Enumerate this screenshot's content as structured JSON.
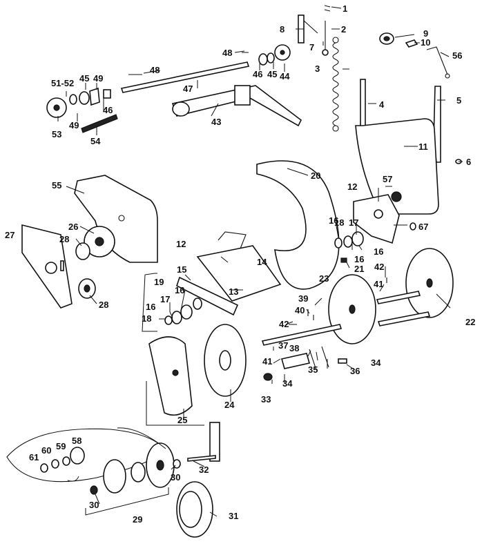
{
  "labels": {
    "p1": "1",
    "p2": "2",
    "p3": "3",
    "p4": "4",
    "p5": "5",
    "p6": "6",
    "p7": "7",
    "p8": "8",
    "p9": "9",
    "p10": "10",
    "p11": "11",
    "p12a": "12",
    "p12b": "12",
    "p13": "13",
    "p14": "14",
    "p15": "15",
    "p16a": "16",
    "p16b": "16",
    "p16c": "16",
    "p16d": "16",
    "p17a": "17",
    "p17b": "17",
    "p18a": "18",
    "p18b": "18",
    "p19": "19",
    "p20": "20",
    "p21": "21",
    "p22": "22",
    "p23": "23",
    "p24": "24",
    "p25": "25",
    "p26": "26",
    "p27": "27",
    "p28a": "28",
    "p28b": "28",
    "p29": "29",
    "p30a": "30",
    "p30b": "30",
    "p31": "31",
    "p32": "32",
    "p33": "33",
    "p34a": "34",
    "p34b": "34",
    "p35": "35",
    "p36": "36",
    "p37": "37",
    "p38": "38",
    "p39": "39",
    "p40": "40",
    "p41a": "41",
    "p41b": "41",
    "p42a": "42",
    "p42b": "42",
    "p43": "43",
    "p44": "44",
    "p45a": "45",
    "p45b": "45",
    "p46a": "46",
    "p46b": "46",
    "p47": "47",
    "p48a": "48",
    "p48b": "48",
    "p49a": "49",
    "p49b": "49",
    "p5152": "51-52",
    "p53": "53",
    "p54": "54",
    "p55": "55",
    "p56": "56",
    "p57": "57",
    "p58": "58",
    "p59": "59",
    "p60": "60",
    "p61": "61",
    "p67": "67"
  }
}
